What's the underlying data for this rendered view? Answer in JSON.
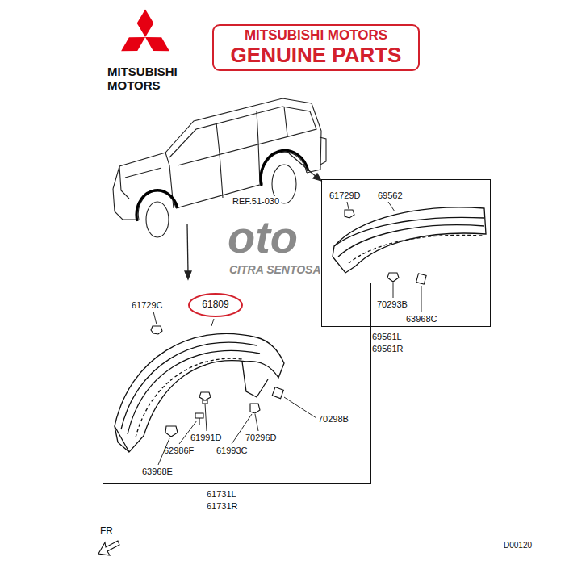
{
  "diagram": {
    "nodes": [
      {
        "text": [
          "MITSUBISHI MOTORS",
          "GENUINE PARTS"
        ]
      },
      {
        "text": [
          "69561L",
          "69561R"
        ]
      },
      {
        "text": [
          "61731L",
          "61731R"
        ]
      },
      {
        "text": [
          "61809"
        ],
        "in": 2
      }
    ],
    "labels": [
      "MITSUBISHI",
      "MOTORS",
      "REF.51-030",
      "oto",
      "CITRA SENTOSA",
      "61729D",
      "69562",
      "70293B",
      "63968C",
      "61729C",
      "70298B",
      "61991D",
      "70296D",
      "62986F",
      "61993C",
      "63968E",
      "FR",
      "D00120"
    ]
  }
}
